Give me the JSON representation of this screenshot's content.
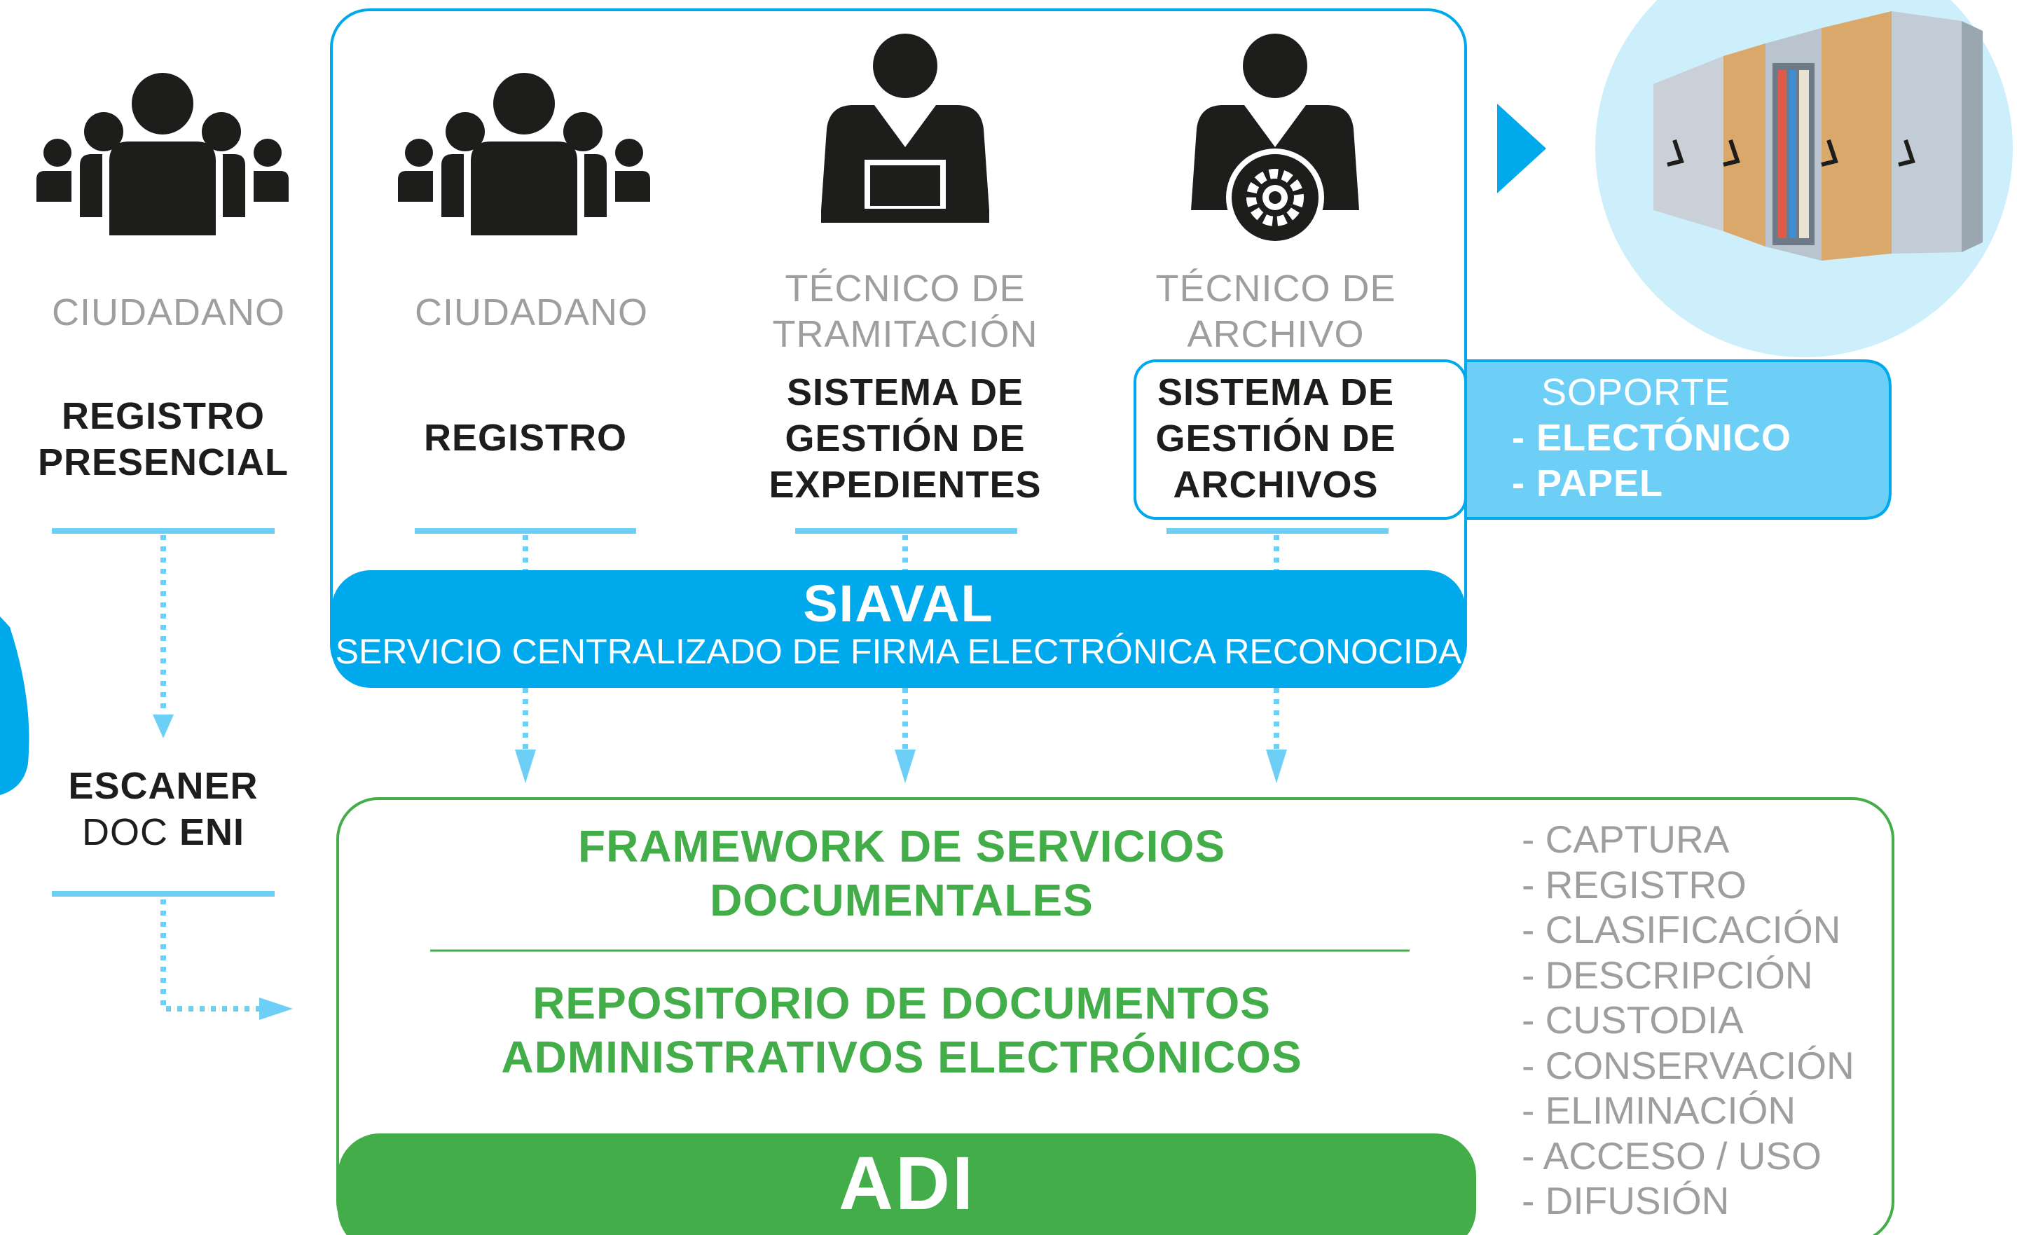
{
  "actors": [
    {
      "role": "CIUDADANO",
      "system": [
        "REGISTRO",
        "PRESENCIAL"
      ],
      "icon": "group-icon"
    },
    {
      "role": "CIUDADANO",
      "system": [
        "REGISTRO"
      ],
      "icon": "group-icon"
    },
    {
      "role": [
        "TÉCNICO DE",
        "TRAMITACIÓN"
      ],
      "system": [
        "SISTEMA DE",
        "GESTIÓN DE",
        "EXPEDIENTES"
      ],
      "icon": "laptop-user-icon"
    },
    {
      "role": [
        "TÉCNICO DE",
        "ARCHIVO"
      ],
      "system": [
        "SISTEMA DE",
        "GESTIÓN DE",
        "ARCHIVOS"
      ],
      "icon": "gear-user-icon"
    }
  ],
  "scanner": {
    "line1": "ESCANER",
    "line2_prefix": "DOC ",
    "line2_bold": "ENI"
  },
  "siaval": {
    "title": "SIAVAL",
    "subtitle": "SERVICIO CENTRALIZADO DE FIRMA ELECTRÓNICA RECONOCIDA"
  },
  "soporte": {
    "title": "SOPORTE",
    "items": [
      "- ELECTÓNICO",
      "- PAPEL"
    ]
  },
  "adi_box": {
    "framework": [
      "FRAMEWORK DE SERVICIOS",
      "DOCUMENTALES"
    ],
    "repository": [
      "REPOSITORIO DE DOCUMENTOS",
      "ADMINISTRATIVOS ELECTRÓNICOS"
    ],
    "title": "ADI"
  },
  "processes": [
    "- CAPTURA",
    "- REGISTRO",
    "- CLASIFICACIÓN",
    "- DESCRIPCIÓN",
    "- CUSTODIA",
    "- CONSERVACIÓN",
    "- ELIMINACIÓN",
    "- ACCESO / USO",
    "- DIFUSIÓN"
  ],
  "colors": {
    "blue": "#00a9ec",
    "light_blue": "#6dcff6",
    "pale_blue": "#cdeefb",
    "green": "#43ad49",
    "dark": "#1d1d1b",
    "gray": "#9d9ea0"
  }
}
